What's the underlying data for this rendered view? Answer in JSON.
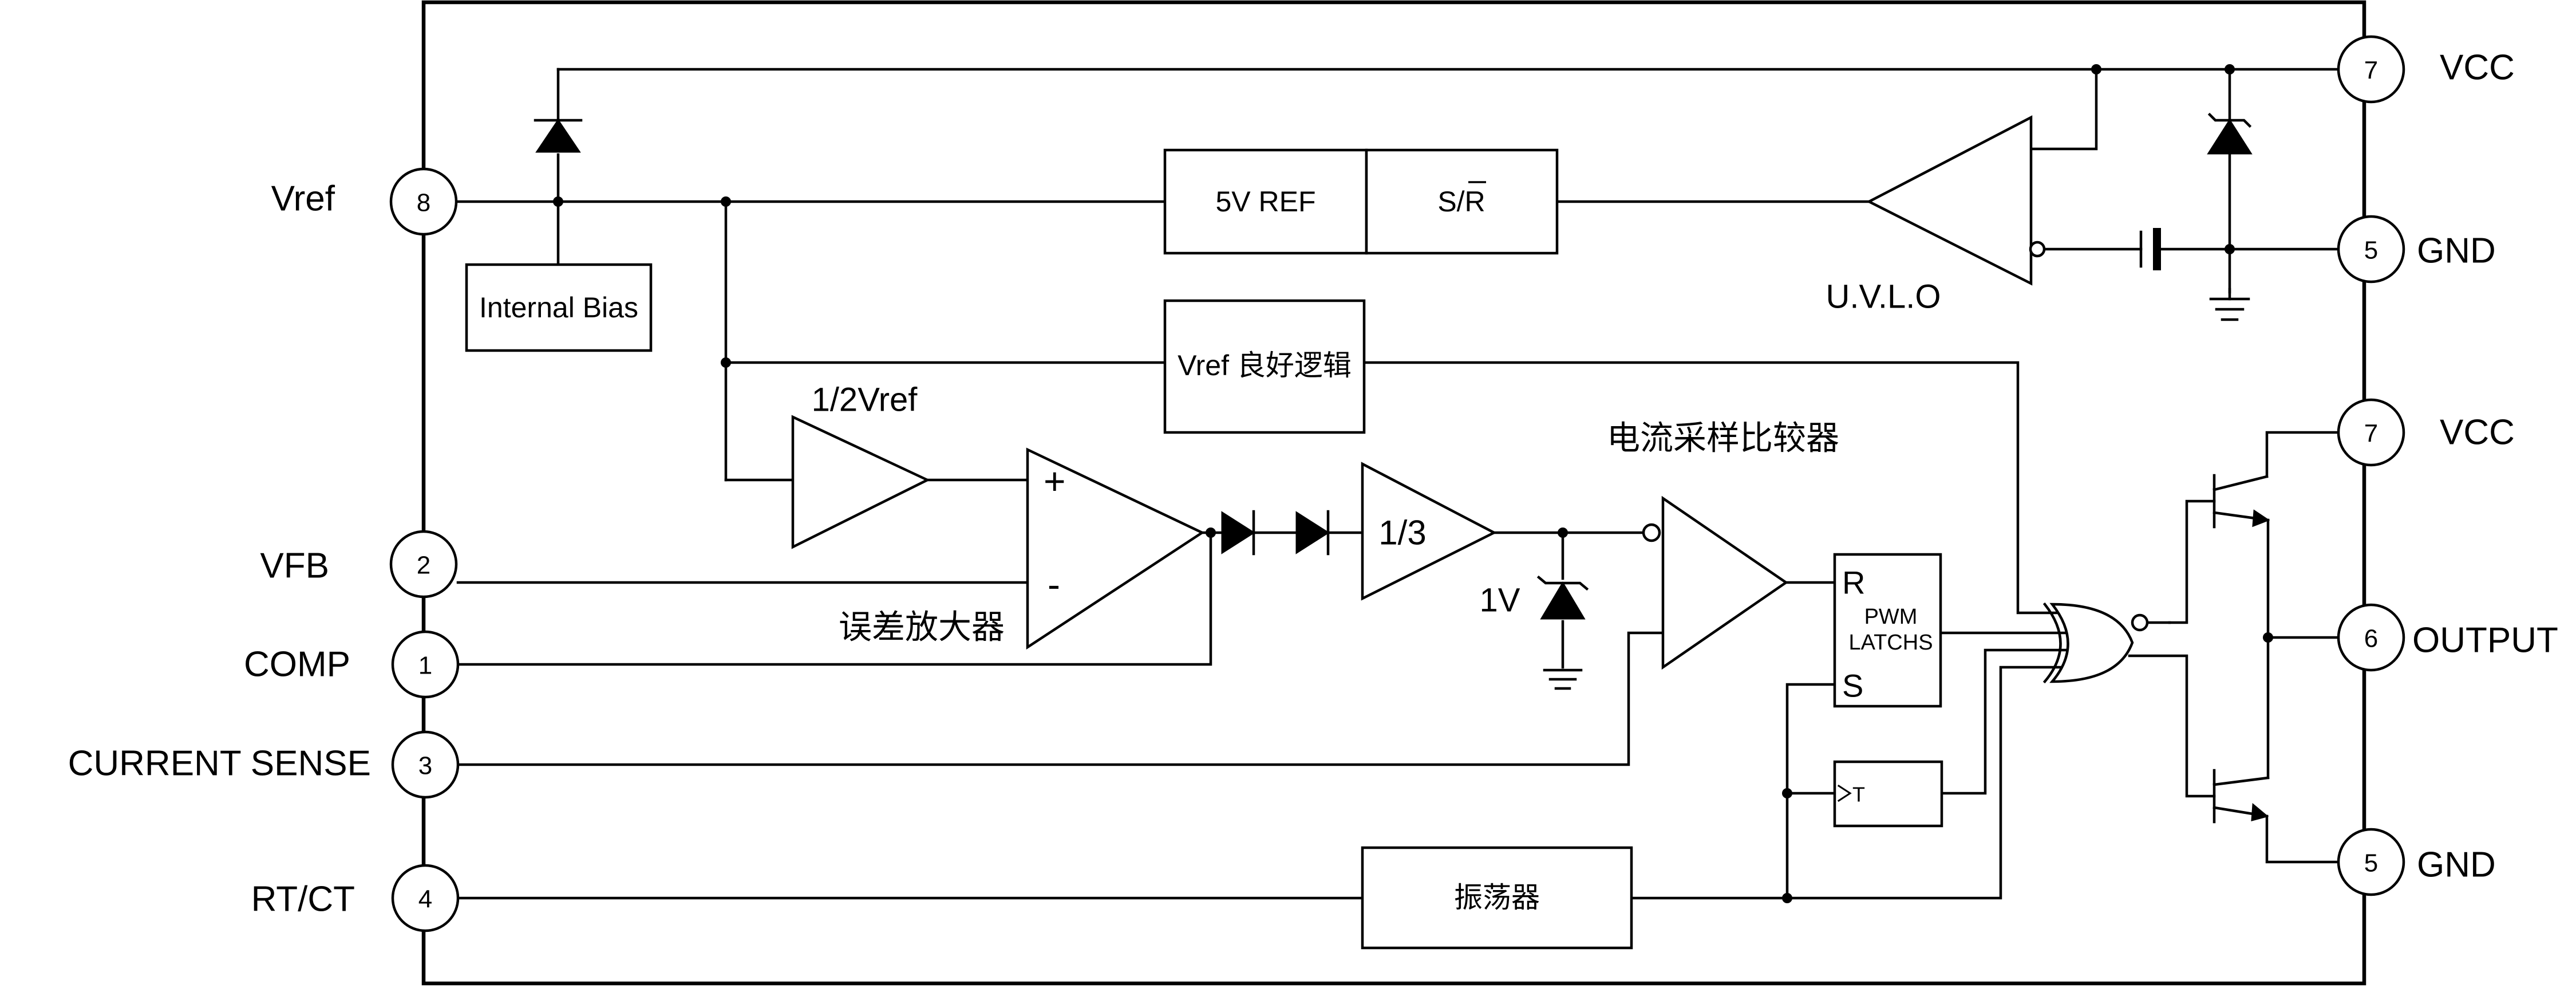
{
  "pins_left": [
    {
      "num": "8",
      "label": "Vref"
    },
    {
      "num": "2",
      "label": "VFB"
    },
    {
      "num": "1",
      "label": "COMP"
    },
    {
      "num": "3",
      "label": "CURRENT SENSE"
    },
    {
      "num": "4",
      "label": "RT/CT"
    }
  ],
  "pins_right": [
    {
      "num": "7",
      "label": "VCC"
    },
    {
      "num": "5",
      "label": "GND"
    },
    {
      "num": "7",
      "label": "VCC"
    },
    {
      "num": "6",
      "label": "OUTPUT"
    },
    {
      "num": "5",
      "label": "GND"
    }
  ],
  "blocks": {
    "internal_bias": "Internal Bias",
    "ref_5v": "5V REF",
    "sr": "S/R",
    "vref_good": "Vref 良好逻辑",
    "oscillator": "振荡器",
    "latch_r": "R",
    "latch_s": "S",
    "latch_line1": "PWM",
    "latch_line2": "LATCHS",
    "toggle": "T",
    "divider": "1/3"
  },
  "annotations": {
    "half_vref": "1/2Vref",
    "error_amp": "误差放大器",
    "current_comparator": "电流采样比较器",
    "uvlo": "U.V.L.O",
    "one_volt": "1V",
    "plus": "+",
    "minus": "-"
  }
}
